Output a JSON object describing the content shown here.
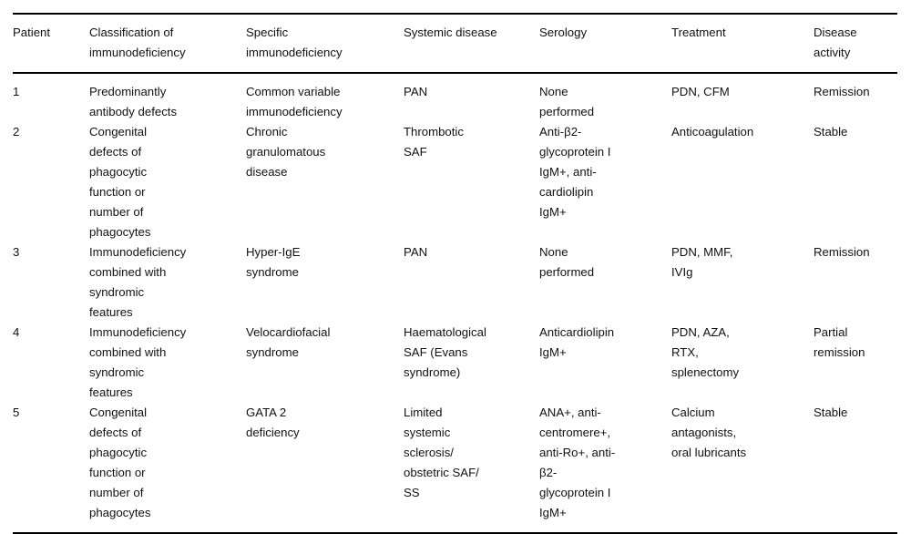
{
  "table": {
    "caption": "",
    "columns": [
      {
        "key": "patient",
        "label": "Patient"
      },
      {
        "key": "class",
        "label": "Classification of immunodeficiency"
      },
      {
        "key": "specific",
        "label": "Specific immunodeficiency"
      },
      {
        "key": "systemic",
        "label": "Systemic disease"
      },
      {
        "key": "serology",
        "label": "Serology"
      },
      {
        "key": "treatment",
        "label": "Treatment"
      },
      {
        "key": "activity",
        "label": "Disease activity"
      }
    ],
    "header_lines": {
      "patient": [
        "Patient"
      ],
      "class": [
        "Classification of",
        "immunodeficiency"
      ],
      "specific": [
        "Specific",
        "immunodeficiency"
      ],
      "systemic": [
        "Systemic disease"
      ],
      "serology": [
        "Serology"
      ],
      "treatment": [
        "Treatment"
      ],
      "activity": [
        "Disease",
        "activity"
      ]
    },
    "rows": [
      {
        "patient": "1",
        "classification_of_immunodeficiency": "Predominantly antibody defects",
        "specific_immunodeficiency": "Common variable immunodeficiency",
        "systemic_disease": "PAN",
        "serology": "None performed",
        "treatment": "PDN, CFM",
        "disease_activity": "Remission",
        "lines": {
          "patient": [
            "1"
          ],
          "class": [
            "Predominantly",
            "antibody defects"
          ],
          "specific": [
            "Common variable",
            "immunodeficiency"
          ],
          "systemic": [
            "PAN"
          ],
          "serology": [
            "None",
            "performed"
          ],
          "treatment": [
            "PDN, CFM"
          ],
          "activity": [
            "Remission"
          ]
        }
      },
      {
        "patient": "2",
        "classification_of_immunodeficiency": "Congenital defects of phagocytic function or number of phagocytes",
        "specific_immunodeficiency": "Chronic granulomatous disease",
        "systemic_disease": "Thrombotic SAF",
        "serology": "Anti-β2-glycoprotein I IgM+, anti-cardiolipin IgM+",
        "treatment": "Anticoagulation",
        "disease_activity": "Stable",
        "lines": {
          "patient": [
            "2"
          ],
          "class": [
            "Congenital",
            "defects of",
            "phagocytic",
            "function or",
            "number of",
            "phagocytes"
          ],
          "specific": [
            "Chronic",
            "granulomatous",
            "disease"
          ],
          "systemic": [
            "Thrombotic",
            "SAF"
          ],
          "serology": [
            "Anti-β2-",
            "glycoprotein I",
            "IgM+, anti-",
            "cardiolipin",
            "IgM+"
          ],
          "treatment": [
            "Anticoagulation"
          ],
          "activity": [
            "Stable"
          ]
        }
      },
      {
        "patient": "3",
        "classification_of_immunodeficiency": "Immunodeficiency combined with syndromic features",
        "specific_immunodeficiency": "Hyper-IgE syndrome",
        "systemic_disease": "PAN",
        "serology": "None performed",
        "treatment": "PDN, MMF, IVIg",
        "disease_activity": "Remission",
        "lines": {
          "patient": [
            "3"
          ],
          "class": [
            "Immunodeficiency",
            "combined with",
            "syndromic",
            "features"
          ],
          "specific": [
            "Hyper-IgE",
            "syndrome"
          ],
          "systemic": [
            "PAN"
          ],
          "serology": [
            "None",
            "performed"
          ],
          "treatment": [
            "PDN, MMF,",
            "IVIg"
          ],
          "activity": [
            "Remission"
          ]
        }
      },
      {
        "patient": "4",
        "classification_of_immunodeficiency": "Immunodeficiency combined with syndromic features",
        "specific_immunodeficiency": "Velocardiofacial syndrome",
        "systemic_disease": "Haematological SAF (Evans syndrome)",
        "serology": "Anticardiolipin IgM+",
        "treatment": "PDN, AZA, RTX, splenectomy",
        "disease_activity": "Partial remission",
        "lines": {
          "patient": [
            "4"
          ],
          "class": [
            "Immunodeficiency",
            "combined with",
            "syndromic",
            "features"
          ],
          "specific": [
            "Velocardiofacial",
            "syndrome"
          ],
          "systemic": [
            "Haematological",
            "SAF (Evans",
            "syndrome)"
          ],
          "serology": [
            "Anticardiolipin",
            "IgM+"
          ],
          "treatment": [
            "PDN, AZA,",
            "RTX,",
            "splenectomy"
          ],
          "activity": [
            "Partial",
            "remission"
          ]
        }
      },
      {
        "patient": "5",
        "classification_of_immunodeficiency": "Congenital defects of phagocytic function or number of phagocytes",
        "specific_immunodeficiency": "GATA 2 deficiency",
        "systemic_disease": "Limited systemic sclerosis/ obstetric SAF/ SS",
        "serology": "ANA+, anti-centromere+, anti-Ro+, anti-β2-glycoprotein I IgM+",
        "treatment": "Calcium antagonists, oral lubricants",
        "disease_activity": "Stable",
        "lines": {
          "patient": [
            "5"
          ],
          "class": [
            "Congenital",
            "defects of",
            "phagocytic",
            "function or",
            "number of",
            "phagocytes"
          ],
          "specific": [
            "GATA 2",
            "deficiency"
          ],
          "systemic": [
            "Limited",
            "systemic",
            "sclerosis/",
            "obstetric SAF/",
            "SS"
          ],
          "serology": [
            "ANA+, anti-",
            "centromere+,",
            "anti-Ro+, anti-",
            "β2-",
            "glycoprotein I",
            "IgM+"
          ],
          "treatment": [
            "Calcium",
            "antagonists,",
            "oral lubricants"
          ],
          "activity": [
            "Stable"
          ]
        }
      }
    ]
  },
  "style": {
    "rule_color": "#000000",
    "text_color": "#111111",
    "background": "#ffffff"
  }
}
